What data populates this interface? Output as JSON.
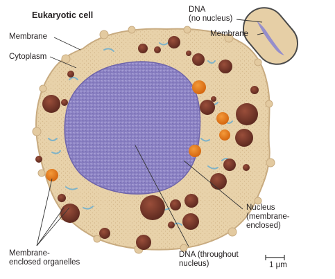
{
  "labels": {
    "title": "Eukaryotic cell",
    "membrane": "Membrane",
    "cytoplasm": "Cytoplasm",
    "dna_no_nucleus_line1": "DNA",
    "dna_no_nucleus_line2": "(no nucleus)",
    "membrane_prokaryote": "Membrane",
    "nucleus_line1": "Nucleus",
    "nucleus_line2": "(membrane-",
    "nucleus_line3": "enclosed)",
    "organelles_line1": "Membrane-",
    "organelles_line2": "enclosed organelles",
    "dna_throughout_line1": "DNA (throughout",
    "dna_throughout_line2": "nucleus)",
    "scale": "1 μm"
  },
  "colors": {
    "cytoplasm": "#e6cfa6",
    "membrane_edge": "#c9ae86",
    "nucleus": "#8f86c4",
    "nucleus_light": "#a9a2d6",
    "organelle_brown": "#7a3a2c",
    "organelle_orange": "#e27a1e",
    "er_blue": "#7fb3c8",
    "leader": "#333333"
  }
}
